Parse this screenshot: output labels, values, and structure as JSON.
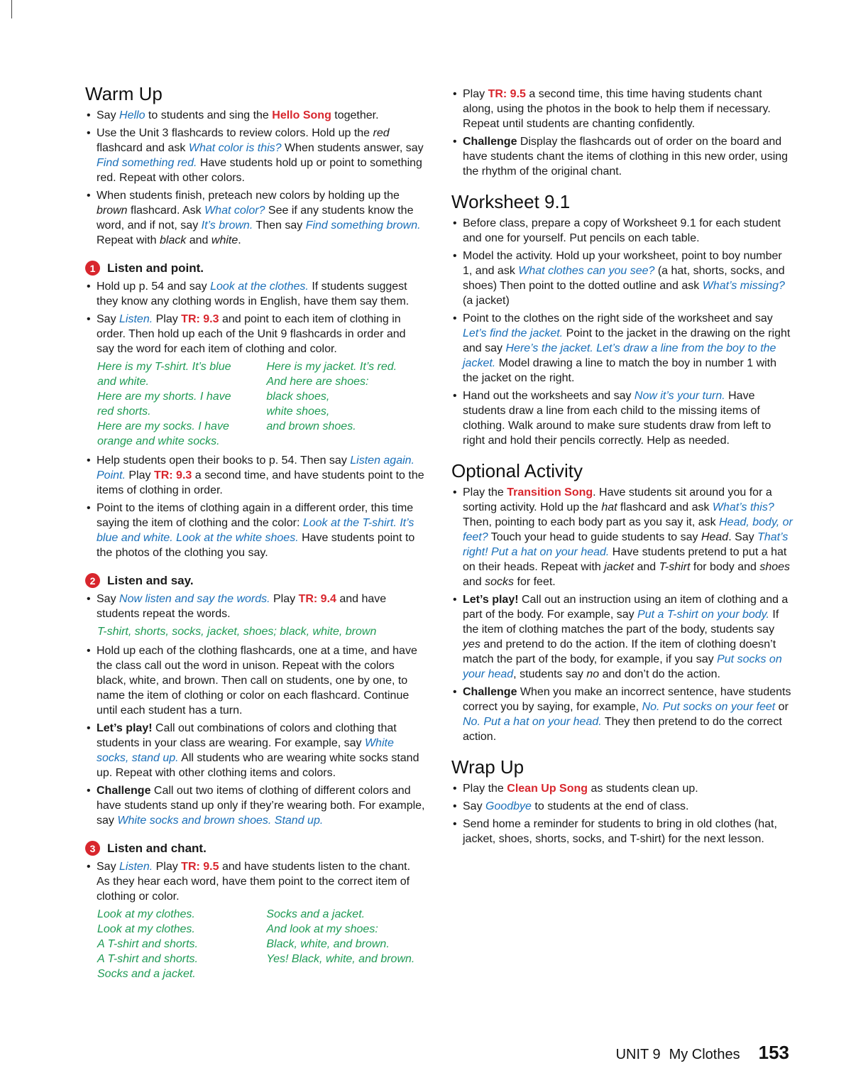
{
  "warm_up": {
    "heading": "Warm Up",
    "b1": {
      "t1": "Say ",
      "s1": "Hello",
      "t2": " to students and sing the ",
      "s2": "Hello Song",
      "t3": " together."
    },
    "b2": {
      "t1": "Use the Unit 3 flashcards to review colors. Hold up the ",
      "i1": "red",
      "t2": " flashcard and ask ",
      "s1": "What color is this?",
      "t3": " When students answer, say ",
      "s2": "Find something red.",
      "t4": " Have students hold up or point to something red. Repeat with other colors."
    },
    "b3": {
      "t1": "When students finish, preteach new colors by holding up the ",
      "i1": "brown",
      "t2": " flashcard. Ask ",
      "s1": "What color?",
      "t3": " See if any students know the word, and if not, say ",
      "s2": "It’s brown.",
      "t4": " Then say ",
      "s3": "Find something brown.",
      "t5": " Repeat with ",
      "i2": "black",
      "t6": " and ",
      "i3": "white",
      "t7": "."
    }
  },
  "activity1": {
    "number": "1",
    "heading": "Listen and point.",
    "b1": {
      "t1": "Hold up p. 54 and say ",
      "s1": "Look at the clothes.",
      "t2": " If students suggest they know any clothing words in English, have them say them."
    },
    "b2": {
      "t1": "Say ",
      "s1": "Listen.",
      "t2": " Play ",
      "r1": "TR: 9.3",
      "t3": " and point to each item of clothing in order. Then hold up each of the Unit 9 flashcards in order and say the word for each item of clothing and color."
    },
    "chant_left": [
      "Here is my T-shirt. It’s blue",
      "and white.",
      "Here are my shorts. I have",
      "red shorts.",
      "Here are my socks. I have",
      "orange and white socks."
    ],
    "chant_right": [
      "Here is my jacket. It’s red.",
      "And here are shoes:",
      "black shoes,",
      "white shoes,",
      "and brown shoes."
    ],
    "b3": {
      "t1": "Help students open their books to p. 54. Then say ",
      "s1": "Listen again. Point.",
      "t2": " Play ",
      "r1": "TR: 9.3",
      "t3": " a second time, and have students point to the items of clothing in order."
    },
    "b4": {
      "t1": "Point to the items of clothing again in a different order, this time saying the item of clothing and the color: ",
      "s1": "Look at the T-shirt. It’s blue and white. Look at the white shoes.",
      "t2": " Have students point to the photos of the clothing you say."
    }
  },
  "activity2": {
    "number": "2",
    "heading": "Listen and say.",
    "b1": {
      "t1": "Say ",
      "s1": "Now listen and say the words.",
      "t2": " Play ",
      "r1": "TR: 9.4",
      "t3": " and have students repeat the words."
    },
    "words": "T-shirt, shorts, socks, jacket, shoes; black, white, brown",
    "b2": {
      "t1": "Hold up each of the clothing flashcards, one at a time, and have the class call out the word in unison. Repeat with the colors black, white, and brown. Then call on students, one by one, to name the item of clothing or color on each flashcard. Continue until each student has a turn."
    },
    "b3": {
      "k1": "Let’s play!",
      "t1": " Call out combinations of colors and clothing that students in your class are wearing. For example, say ",
      "s1": "White socks, stand up.",
      "t2": " All students who are wearing white socks stand up. Repeat with other clothing items and colors."
    },
    "b4": {
      "k1": "Challenge",
      "t1": " Call out two items of clothing of different colors and have students stand up only if they’re wearing both. For example, say ",
      "s1": "White socks and brown shoes. Stand up."
    }
  },
  "activity3": {
    "number": "3",
    "heading": "Listen and chant.",
    "b1": {
      "t1": "Say ",
      "s1": "Listen.",
      "t2": " Play ",
      "r1": "TR: 9.5",
      "t3": " and have students listen to the chant. As they hear each word, have them point to the correct item of clothing or color."
    },
    "chant_left": [
      "Look at my clothes.",
      "Look at my clothes.",
      "A T-shirt and shorts.",
      "A T-shirt and shorts.",
      "Socks and a jacket."
    ],
    "chant_right": [
      "Socks and a jacket.",
      "And look at my shoes:",
      "Black, white, and brown.",
      "Yes! Black, white, and brown."
    ],
    "b2": {
      "t1": "Play ",
      "r1": "TR: 9.5",
      "t2": " a second time, this time having students chant along, using the photos in the book to help them if necessary. Repeat until students are chanting confidently."
    },
    "b3": {
      "k1": "Challenge",
      "t1": " Display the flashcards out of order on the board and have students chant the items of clothing in this new order, using the rhythm of the original chant."
    }
  },
  "worksheet": {
    "heading": "Worksheet 9.1",
    "b1": {
      "t1": "Before class, prepare a copy of Worksheet 9.1 for each student and one for yourself. Put pencils on each table."
    },
    "b2": {
      "t1": "Model the activity. Hold up your worksheet, point to boy number 1, and ask ",
      "s1": "What clothes can you see?",
      "t2": " (a hat, shorts, socks, and shoes) Then point to the dotted outline and ask ",
      "s2": "What’s missing?",
      "t3": " (a jacket)"
    },
    "b3": {
      "t1": "Point to the clothes on the right side of the worksheet and say ",
      "s1": "Let’s find the jacket.",
      "t2": " Point to the jacket in the drawing on the right and say ",
      "s2": "Here’s the jacket. Let’s draw a line from the boy to the jacket.",
      "t3": " Model drawing a line to match the boy in number 1 with the jacket on the right."
    },
    "b4": {
      "t1": "Hand out the worksheets and say ",
      "s1": "Now it’s your turn.",
      "t2": " Have students draw a line from each child to the missing items of clothing. Walk around to make sure students draw from left to right and hold their pencils correctly. Help as needed."
    }
  },
  "optional": {
    "heading": "Optional Activity",
    "b1": {
      "t1": "Play the ",
      "r1": "Transition Song",
      "t2": ". Have students sit around you for a sorting activity. Hold up the ",
      "i1": "hat",
      "t3": " flashcard and ask ",
      "s1": "What’s this?",
      "t4": " Then, pointing to each body part as you say it, ask ",
      "s2": "Head, body, or feet?",
      "t5": " Touch your head to guide students to say ",
      "i2": "Head",
      "t6": ". Say ",
      "s3": "That’s right! Put a hat on your head.",
      "t7": " Have students pretend to put a hat on their heads. Repeat with ",
      "i3": "jacket",
      "t8": " and ",
      "i4": "T-shirt",
      "t9": " for body and ",
      "i5": "shoes",
      "t10": " and ",
      "i6": "socks",
      "t11": " for feet."
    },
    "b2": {
      "k1": "Let’s play!",
      "t1": " Call out an instruction using an item of clothing and a part of the body. For example, say ",
      "s1": "Put a T-shirt on your body.",
      "t2": " If the item of clothing matches the part of the body, students say ",
      "i1": "yes",
      "t3": " and pretend to do the action. If the item of clothing doesn’t match the part of the body, for example, if you say ",
      "s2": "Put socks on your head",
      "t4": ", students say ",
      "i2": "no",
      "t5": " and don’t do the action."
    },
    "b3": {
      "k1": "Challenge",
      "t1": " When you make an incorrect sentence, have students correct you by saying, for example, ",
      "s1": "No. Put socks on your feet",
      "t2": " or ",
      "s2": "No. Put a hat on your head.",
      "t3": " They then pretend to do the correct action."
    }
  },
  "wrap_up": {
    "heading": "Wrap Up",
    "b1": {
      "t1": "Play the ",
      "r1": "Clean Up Song",
      "t2": " as students clean up."
    },
    "b2": {
      "t1": "Say ",
      "s1": "Goodbye",
      "t2": " to students at the end of class."
    },
    "b3": {
      "t1": "Send home a reminder for students to bring in old clothes (hat, jacket, shoes, shorts, socks, and T-shirt) for the next lesson."
    }
  },
  "footer": {
    "unit": "UNIT 9",
    "title": "My Clothes",
    "page": "153"
  }
}
